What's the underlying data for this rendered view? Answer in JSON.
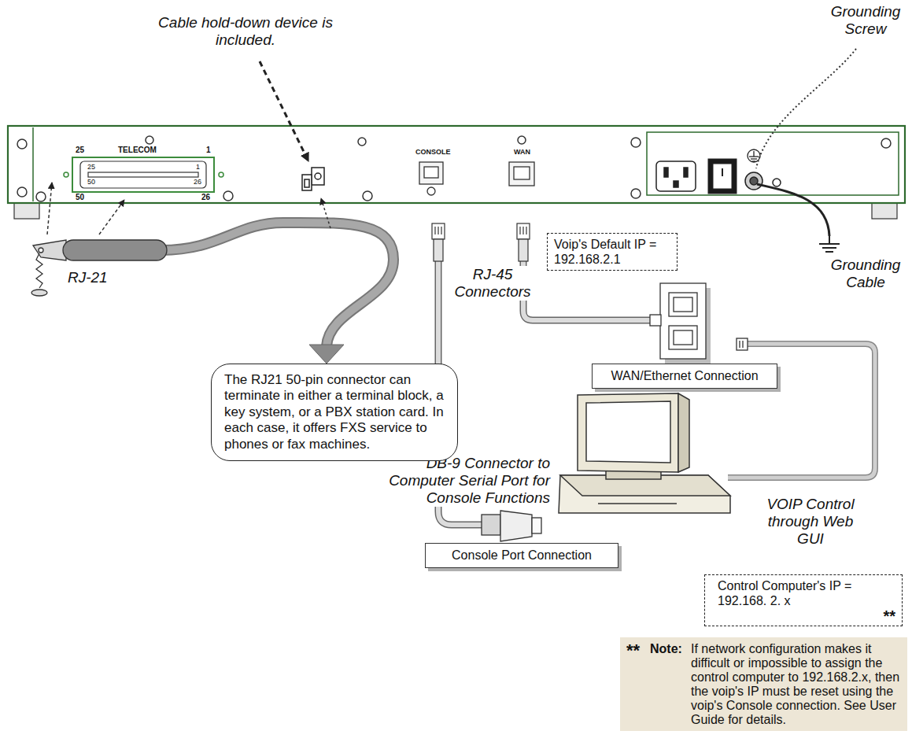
{
  "diagram": {
    "nodes": [
      {
        "text": [
          "The RJ21 50-pin connector can terminate in either a terminal block, a key system, or a PBX station card. In each case, it offers FXS service to phones or fax machines."
        ]
      },
      {
        "text": [
          "Voip's Default IP = 192.168.2.1"
        ]
      },
      {
        "text": [
          "WAN/Ethernet Connection"
        ]
      },
      {
        "text": [
          "Console Port Connection"
        ]
      },
      {
        "text": [
          "Control Computer's IP = 192.168. 2. x",
          "**"
        ]
      },
      {
        "text": [
          "**",
          "Note:",
          "If network configuration makes it difficult or impossible to assign the control computer to 192.168.2.x, then the voip's IP must be reset using the voip's Console connection. See User Guide for details."
        ]
      }
    ],
    "labels": [
      "Grounding Screw",
      "Cable hold-down device is included.",
      "25",
      "TELECOM",
      "1",
      "25",
      "1",
      "50",
      "26",
      "50",
      "26",
      "CONSOLE",
      "WAN",
      "RJ-45 Connectors",
      "RJ-21",
      "Grounding Cable",
      "DB-9 Connector to Computer Serial Port for Console Functions",
      "VOIP Control through Web GUI"
    ]
  }
}
